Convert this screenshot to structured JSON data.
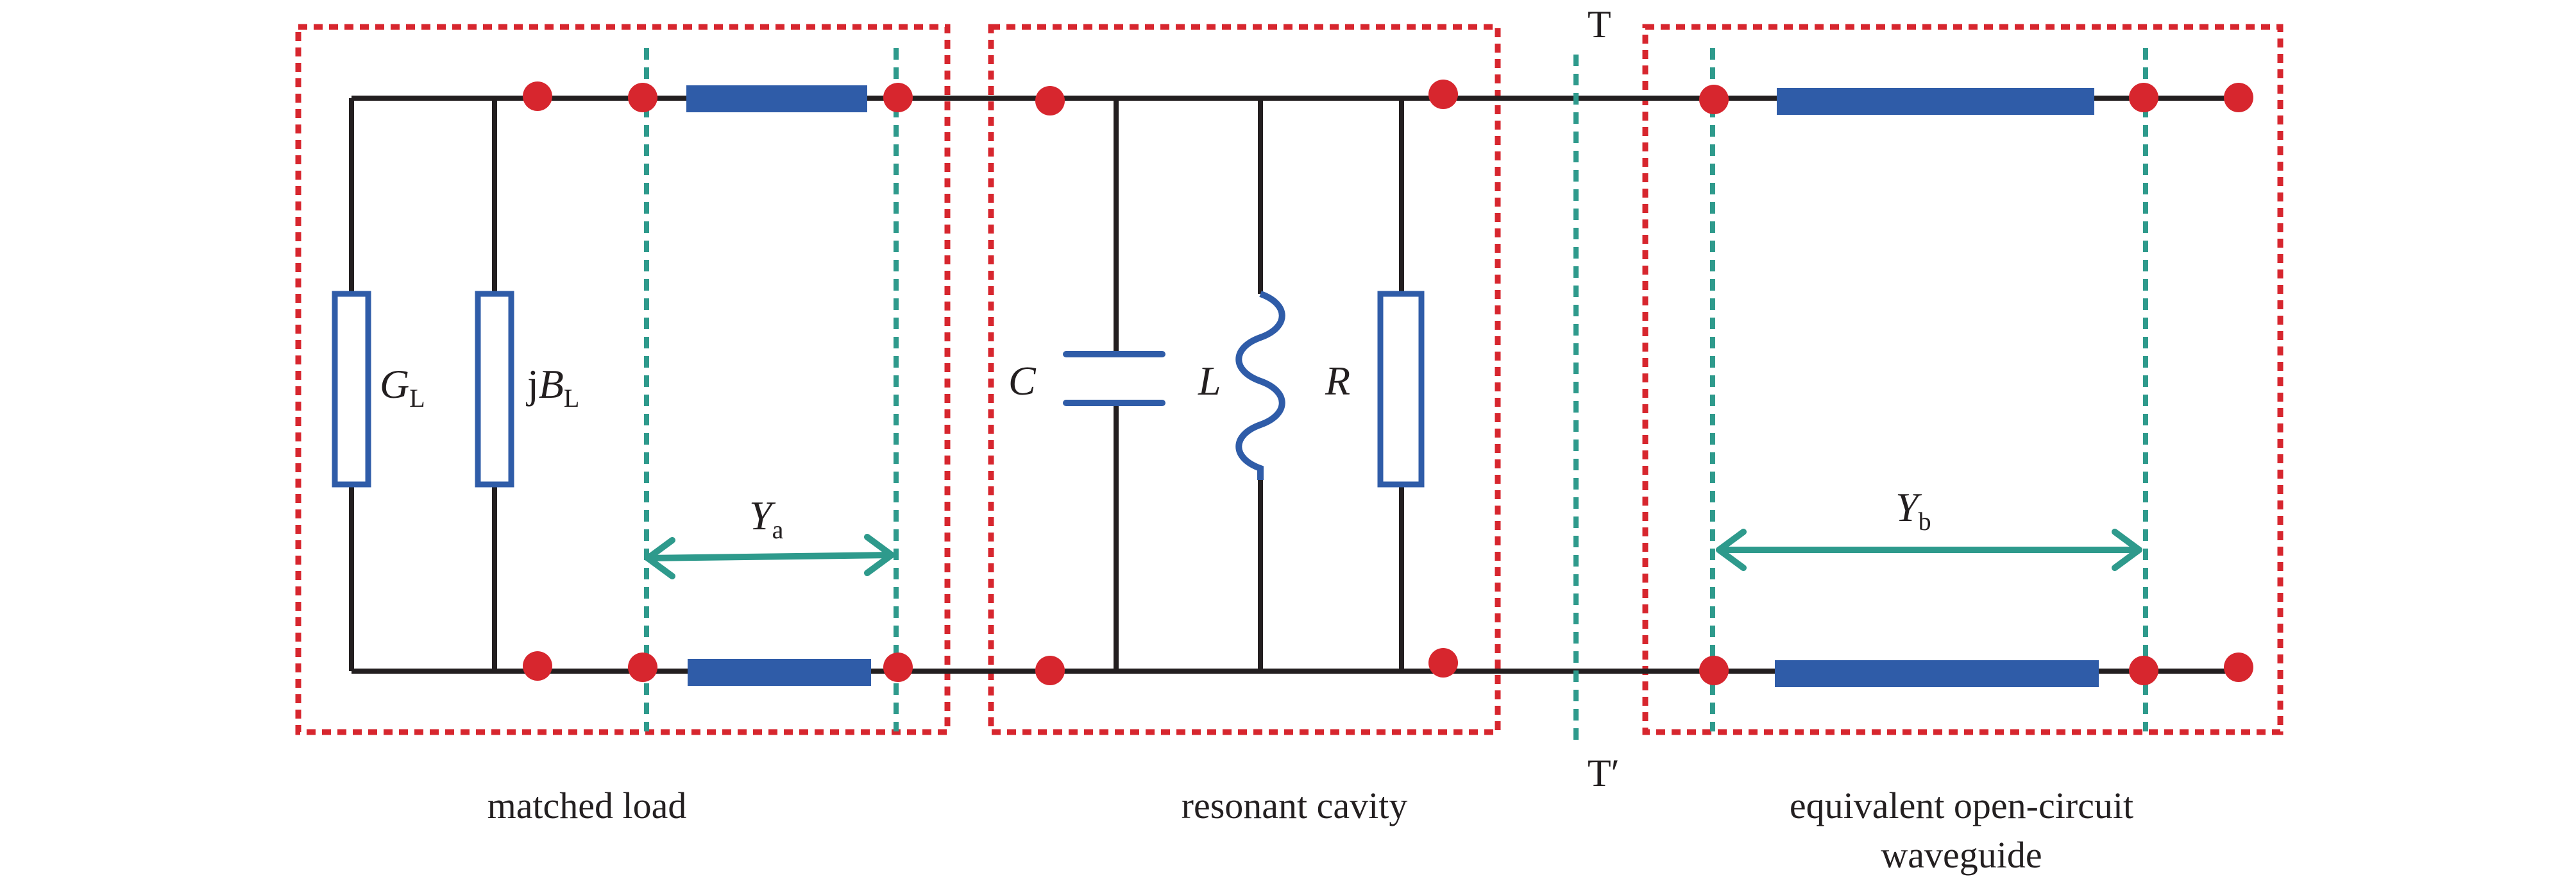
{
  "sections": {
    "left": {
      "caption": "matched load"
    },
    "middle": {
      "caption": "resonant cavity"
    },
    "right": {
      "caption_line1": "equivalent open-circuit",
      "caption_line2": "waveguide"
    }
  },
  "components": {
    "GL": {
      "sym": "G",
      "sub": "L"
    },
    "jBL": {
      "prefix": "j",
      "sym": "B",
      "sub": "L"
    },
    "C": {
      "sym": "C"
    },
    "L": {
      "sym": "L"
    },
    "R": {
      "sym": "R"
    }
  },
  "lines": {
    "Ya": {
      "sym": "Y",
      "sub": "a"
    },
    "Yb": {
      "sym": "Y",
      "sub": "b"
    }
  },
  "reference_plane": {
    "top": "T",
    "bottom": "T′"
  },
  "colors": {
    "wire": "#231f20",
    "box": "#d7262e",
    "terminal": "#d7262e",
    "component": "#2f5ca8",
    "guide": "#2e9a8c"
  }
}
